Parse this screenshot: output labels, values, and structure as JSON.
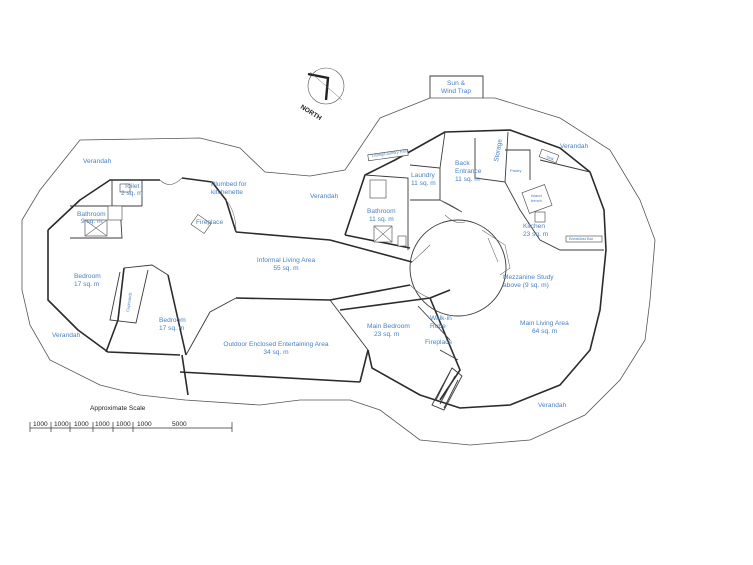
{
  "compass": {
    "label": "NORTH"
  },
  "rooms": {
    "sun_wind_trap": [
      "Sun &",
      "Wind Trap"
    ],
    "verandah_top_left": "Verandah",
    "verandah_top_mid": "Verandah",
    "verandah_top_right": "Verandah",
    "verandah_left": "Verandah",
    "verandah_bottom_right": "Verandah",
    "toilet": [
      "Toilet",
      "2 sq. m"
    ],
    "bathroom_left": [
      "Bathroom",
      "9 sq. m"
    ],
    "plumbed": [
      "Plumbed for",
      "kitchenette"
    ],
    "fireplace_left": "Fireplace",
    "bedroom_a": [
      "Bedroom",
      "17 sq. m"
    ],
    "bedroom_b": [
      "Bedroom",
      "17 sq. m"
    ],
    "cupboards": "Cupboards",
    "informal_living": [
      "Informal Living Area",
      "55 sq. m"
    ],
    "outdoor_entertaining": [
      "Outdoor Enclosed Entertaining Area",
      "34 sq. m"
    ],
    "bathroom_right": [
      "Bathroom",
      "11 sq. m"
    ],
    "laundry": [
      "Laundry",
      "11 sq. m"
    ],
    "back_entrance": [
      "Back",
      "Entrance",
      "11 sq. m"
    ],
    "storage": "Storage",
    "kitchen": [
      "Kitchen",
      "23 sq. m"
    ],
    "mezzanine": [
      "Mezzanine Study",
      "above (9 sq. m)"
    ],
    "main_bedroom": [
      "Main Bedroom",
      "23 sq. m"
    ],
    "walk_in": [
      "Walk-in",
      "Robe"
    ],
    "fireplace_right": "Fireplace",
    "main_living": [
      "Main Living Area",
      "64 sq. m"
    ]
  },
  "fixture_labels": {
    "sink": "Sink",
    "pantry": "Pantry",
    "island": [
      "Island",
      "bench"
    ],
    "breakfast": "Breakfast Bar",
    "bath_rack": "Drying/Laundry Rack"
  },
  "scale": {
    "title": "Approximate Scale",
    "segments": [
      "1000",
      "1000",
      "1000",
      "1000",
      "1000",
      "1000"
    ],
    "total": "5000"
  }
}
